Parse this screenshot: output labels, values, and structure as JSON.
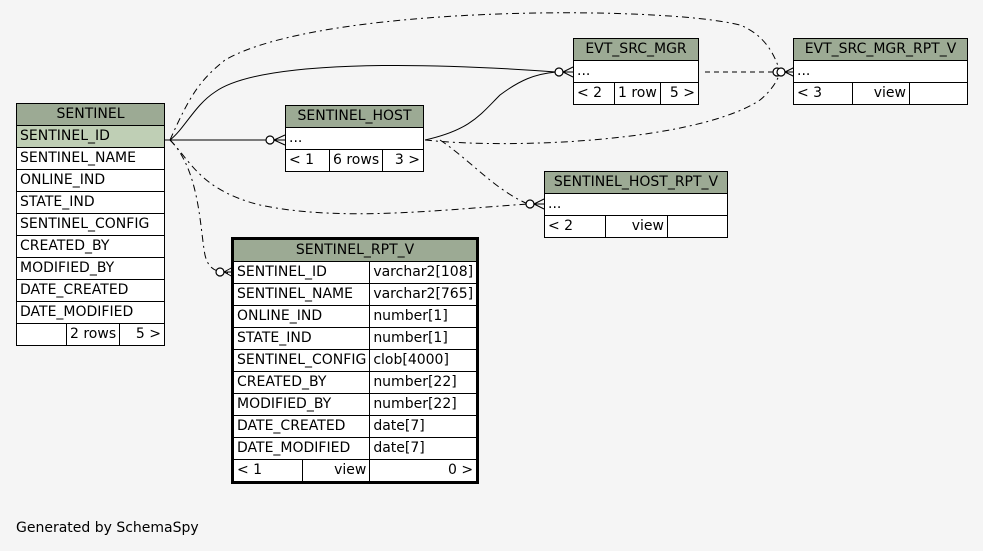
{
  "tables": {
    "sentinel": {
      "name": "SENTINEL",
      "columns": [
        "SENTINEL_ID",
        "SENTINEL_NAME",
        "ONLINE_IND",
        "STATE_IND",
        "SENTINEL_CONFIG",
        "CREATED_BY",
        "MODIFIED_BY",
        "DATE_CREATED",
        "DATE_MODIFIED"
      ],
      "footer": [
        "",
        "2 rows",
        "5 >"
      ]
    },
    "sentinel_host": {
      "name": "SENTINEL_HOST",
      "columns": [
        "..."
      ],
      "footer": [
        "< 1",
        "6 rows",
        "3 >"
      ]
    },
    "evt_src_mgr": {
      "name": "EVT_SRC_MGR",
      "columns": [
        "..."
      ],
      "footer": [
        "< 2",
        "1 row",
        "5 >"
      ]
    },
    "evt_src_mgr_rpt_v": {
      "name": "EVT_SRC_MGR_RPT_V",
      "columns": [
        "..."
      ],
      "footer": [
        "< 3",
        "view",
        ""
      ]
    },
    "sentinel_host_rpt_v": {
      "name": "SENTINEL_HOST_RPT_V",
      "columns": [
        "..."
      ],
      "footer": [
        "< 2",
        "view",
        ""
      ]
    },
    "sentinel_rpt_v": {
      "name": "SENTINEL_RPT_V",
      "columns": [
        {
          "name": "SENTINEL_ID",
          "type": "varchar2[108]"
        },
        {
          "name": "SENTINEL_NAME",
          "type": "varchar2[765]"
        },
        {
          "name": "ONLINE_IND",
          "type": "number[1]"
        },
        {
          "name": "STATE_IND",
          "type": "number[1]"
        },
        {
          "name": "SENTINEL_CONFIG",
          "type": "clob[4000]"
        },
        {
          "name": "CREATED_BY",
          "type": "number[22]"
        },
        {
          "name": "MODIFIED_BY",
          "type": "number[22]"
        },
        {
          "name": "DATE_CREATED",
          "type": "date[7]"
        },
        {
          "name": "DATE_MODIFIED",
          "type": "date[7]"
        }
      ],
      "footer": [
        "< 1",
        "view",
        "0 >"
      ]
    }
  },
  "generated_by": "Generated by SchemaSpy"
}
